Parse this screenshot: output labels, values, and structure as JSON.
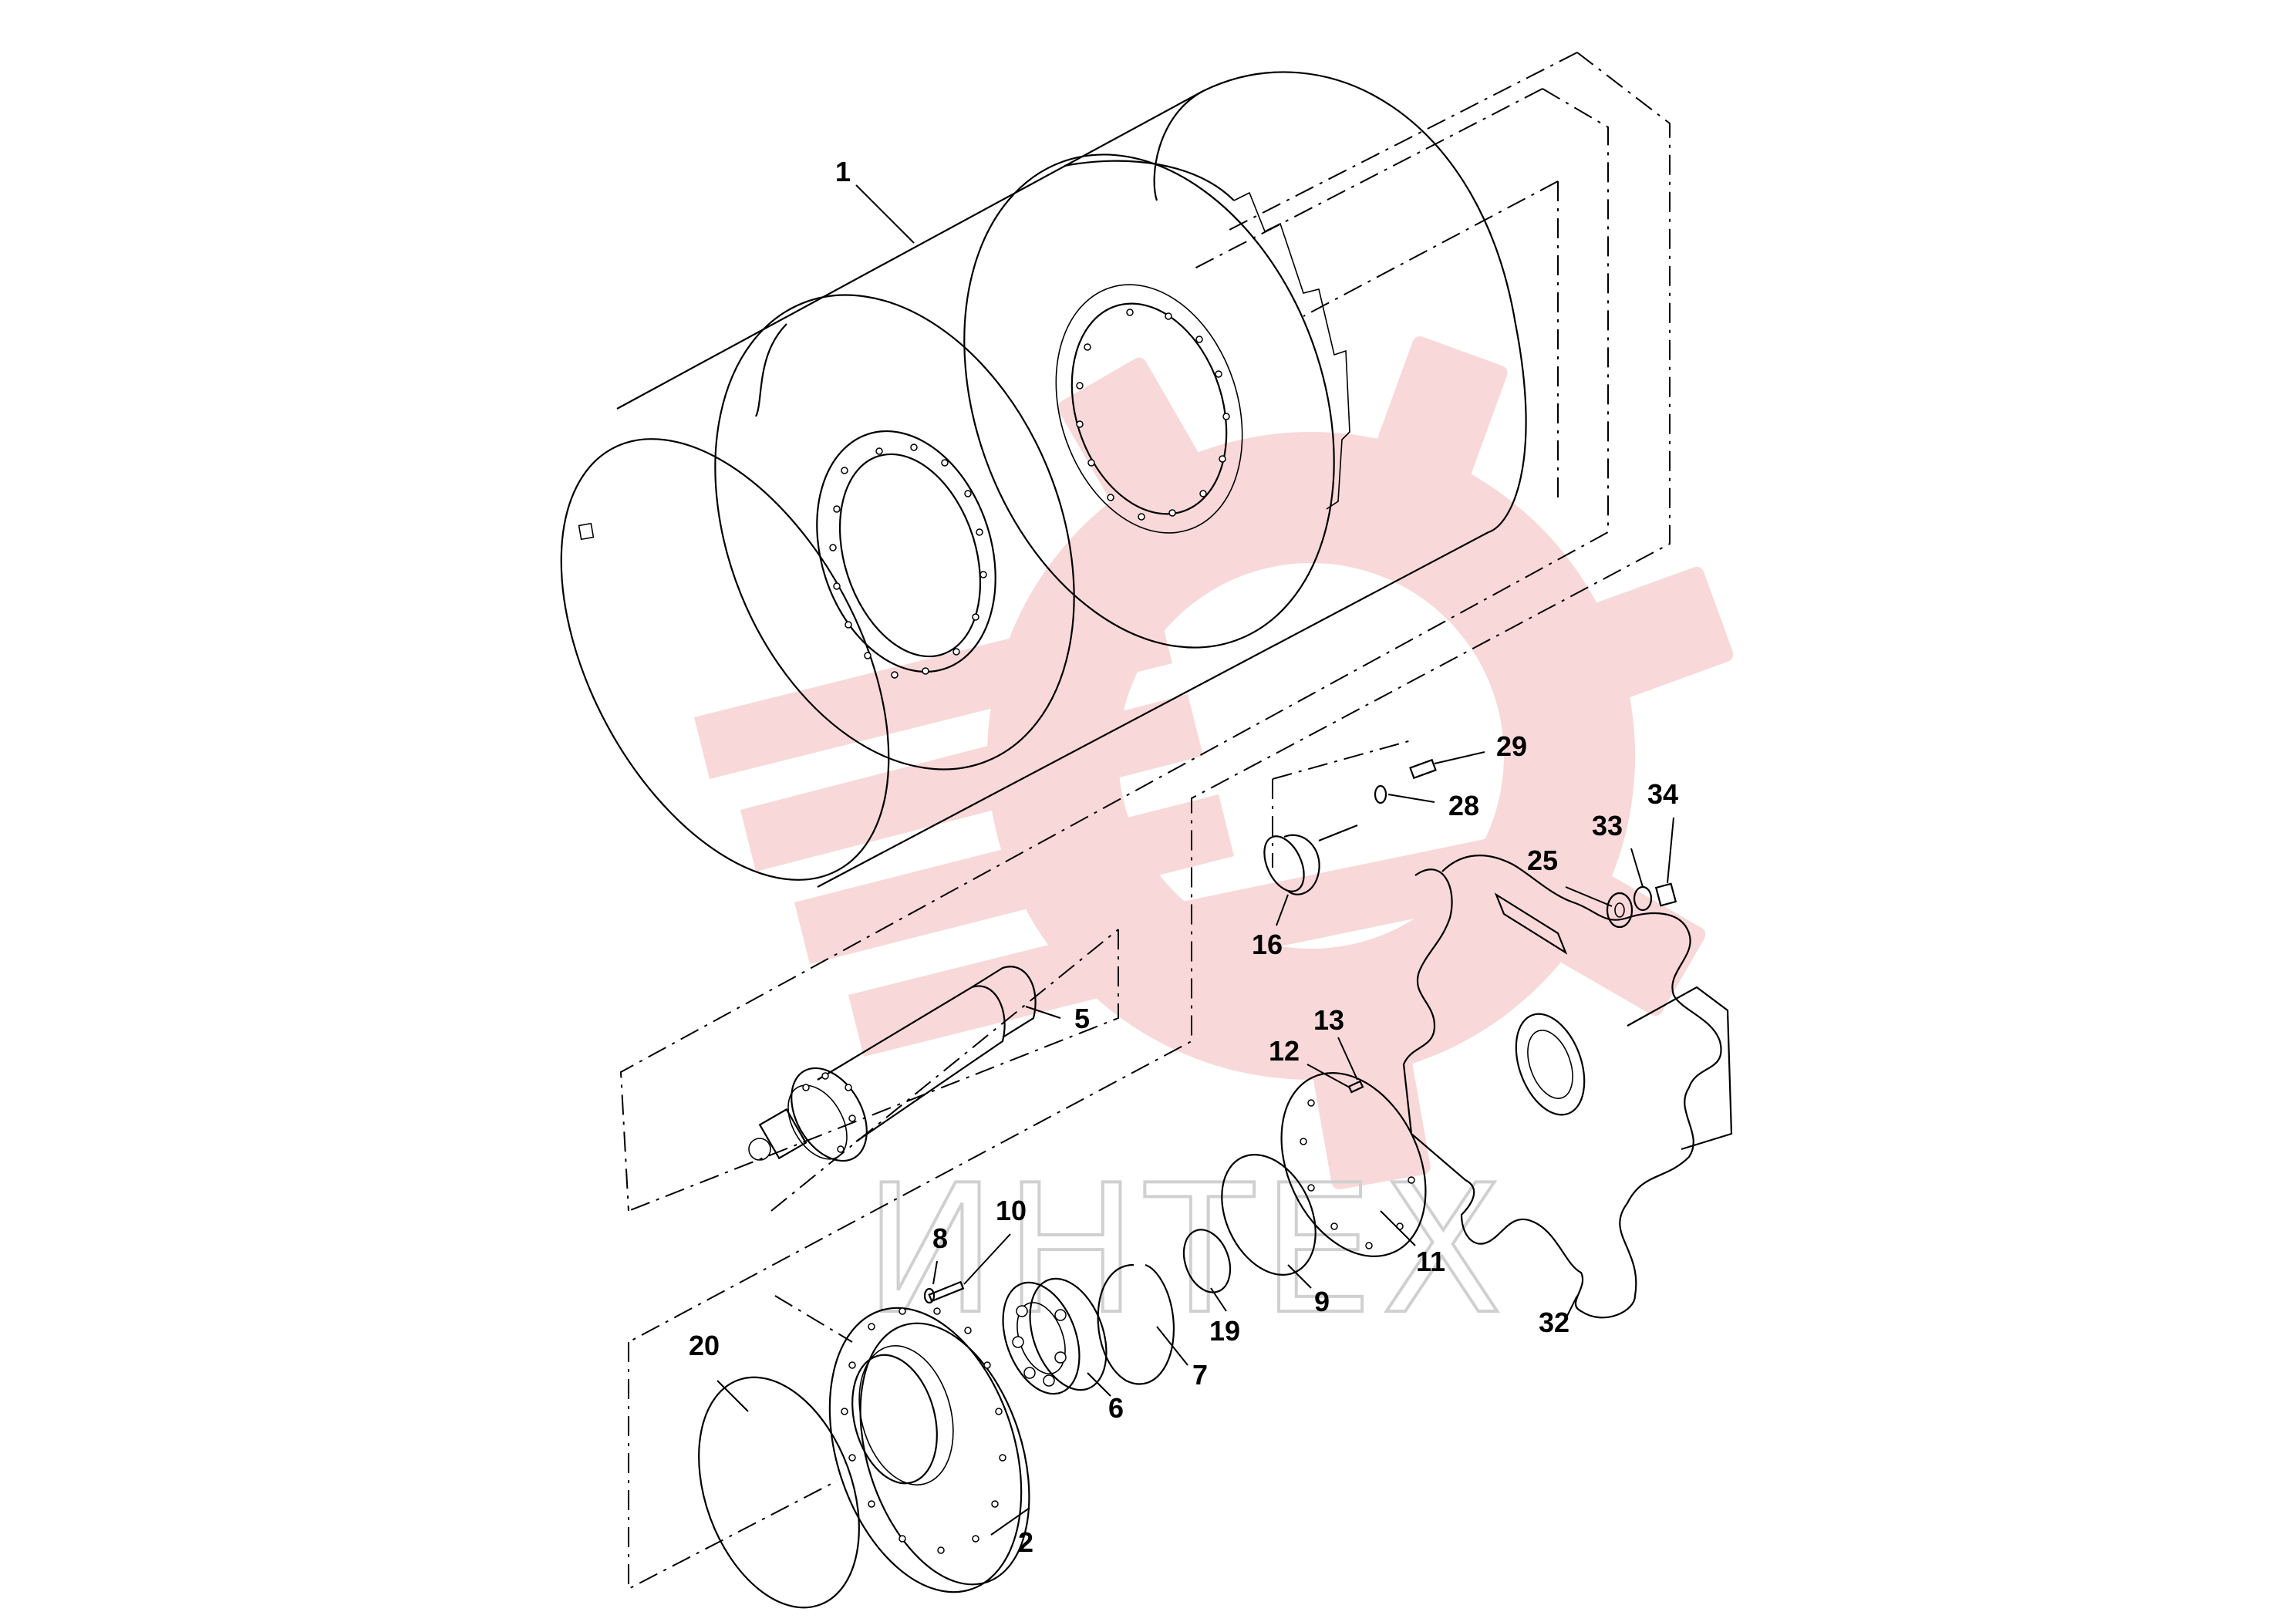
{
  "watermark": {
    "text": "ИНТЕХ",
    "logo_color": "#f3b8b8",
    "text_color": "#d0d0d0"
  },
  "callouts": [
    {
      "id": "1",
      "label": "1"
    },
    {
      "id": "2",
      "label": "2"
    },
    {
      "id": "5",
      "label": "5"
    },
    {
      "id": "6",
      "label": "6"
    },
    {
      "id": "7",
      "label": "7"
    },
    {
      "id": "8",
      "label": "8"
    },
    {
      "id": "9",
      "label": "9"
    },
    {
      "id": "10",
      "label": "10"
    },
    {
      "id": "11",
      "label": "11"
    },
    {
      "id": "12",
      "label": "12"
    },
    {
      "id": "13",
      "label": "13"
    },
    {
      "id": "16",
      "label": "16"
    },
    {
      "id": "19",
      "label": "19"
    },
    {
      "id": "20",
      "label": "20"
    },
    {
      "id": "25",
      "label": "25"
    },
    {
      "id": "28",
      "label": "28"
    },
    {
      "id": "29",
      "label": "29"
    },
    {
      "id": "32",
      "label": "32"
    },
    {
      "id": "33",
      "label": "33"
    },
    {
      "id": "34",
      "label": "34"
    }
  ]
}
